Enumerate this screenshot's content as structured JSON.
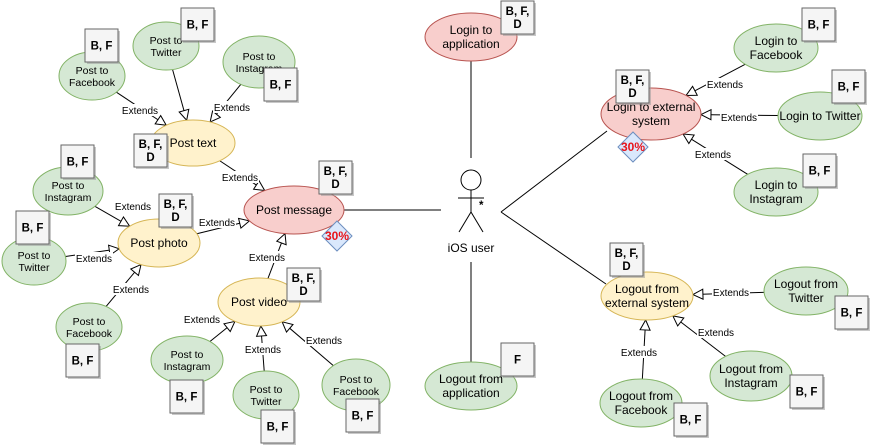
{
  "colors": {
    "green_fill": "#d5e8d4",
    "green_stroke": "#82b366",
    "yellow_fill": "#fff2cc",
    "yellow_stroke": "#d6b656",
    "red_fill": "#f8cecc",
    "red_stroke": "#b85450",
    "tag_fill": "#f5f5f5",
    "tag_stroke": "#666666",
    "badge_fill": "#dae8fc",
    "badge_stroke": "#6c8ebf",
    "badge_text": "#e8141b"
  },
  "actor": {
    "label": "iOS user",
    "multiplicity": "*"
  },
  "extend_label": "Extends",
  "use_cases": [
    {
      "id": "post_message",
      "lines": [
        "Post message"
      ],
      "style": "red"
    },
    {
      "id": "post_text",
      "lines": [
        "Post text"
      ],
      "style": "yellow"
    },
    {
      "id": "post_photo",
      "lines": [
        "Post photo"
      ],
      "style": "yellow"
    },
    {
      "id": "post_video",
      "lines": [
        "Post video"
      ],
      "style": "yellow"
    },
    {
      "id": "pt_facebook",
      "lines": [
        "Post to",
        "Facebook"
      ],
      "style": "green"
    },
    {
      "id": "pt_twitter",
      "lines": [
        "Post to",
        "Twitter"
      ],
      "style": "green"
    },
    {
      "id": "pt_instagram",
      "lines": [
        "Post to",
        "Instagram"
      ],
      "style": "green"
    },
    {
      "id": "pp_instagram",
      "lines": [
        "Post to",
        "Instagram"
      ],
      "style": "green"
    },
    {
      "id": "pp_twitter",
      "lines": [
        "Post to",
        "Twitter"
      ],
      "style": "green"
    },
    {
      "id": "pp_facebook",
      "lines": [
        "Post to",
        "Facebook"
      ],
      "style": "green"
    },
    {
      "id": "pv_instagram",
      "lines": [
        "Post to",
        "Instagram"
      ],
      "style": "green"
    },
    {
      "id": "pv_twitter",
      "lines": [
        "Post to",
        "Twitter"
      ],
      "style": "green"
    },
    {
      "id": "pv_facebook",
      "lines": [
        "Post to",
        "Facebook"
      ],
      "style": "green"
    },
    {
      "id": "login_app",
      "lines": [
        "Login to",
        "application"
      ],
      "style": "red"
    },
    {
      "id": "logout_app",
      "lines": [
        "Logout from",
        "application"
      ],
      "style": "green"
    },
    {
      "id": "login_ext",
      "lines": [
        "Login to external",
        "system"
      ],
      "style": "red"
    },
    {
      "id": "login_fb",
      "lines": [
        "Login to",
        "Facebook"
      ],
      "style": "green"
    },
    {
      "id": "login_tw",
      "lines": [
        "Login to Twitter"
      ],
      "style": "green"
    },
    {
      "id": "login_ig",
      "lines": [
        "Login to",
        "Instagram"
      ],
      "style": "green"
    },
    {
      "id": "logout_ext",
      "lines": [
        "Logout from",
        "external system"
      ],
      "style": "yellow"
    },
    {
      "id": "logout_tw",
      "lines": [
        "Logout from",
        "Twitter"
      ],
      "style": "green"
    },
    {
      "id": "logout_ig",
      "lines": [
        "Logout from",
        "Instagram"
      ],
      "style": "green"
    },
    {
      "id": "logout_fb",
      "lines": [
        "Logout from",
        "Facebook"
      ],
      "style": "green"
    }
  ],
  "tags": [
    {
      "id": "t_pt_facebook",
      "lines": [
        "B, F"
      ]
    },
    {
      "id": "t_pt_twitter",
      "lines": [
        "B, F"
      ]
    },
    {
      "id": "t_pt_instagram",
      "lines": [
        "B, F"
      ]
    },
    {
      "id": "t_post_text",
      "lines": [
        "B, F,",
        "D"
      ]
    },
    {
      "id": "t_pp_instagram",
      "lines": [
        "B, F"
      ]
    },
    {
      "id": "t_post_photo",
      "lines": [
        "B, F,",
        "D"
      ]
    },
    {
      "id": "t_pp_twitter",
      "lines": [
        "B, F"
      ]
    },
    {
      "id": "t_pp_facebook",
      "lines": [
        "B, F"
      ]
    },
    {
      "id": "t_post_message",
      "lines": [
        "B, F,",
        "D"
      ]
    },
    {
      "id": "t_post_video",
      "lines": [
        "B, F,",
        "D"
      ]
    },
    {
      "id": "t_pv_instagram",
      "lines": [
        "B, F"
      ]
    },
    {
      "id": "t_pv_twitter",
      "lines": [
        "B, F"
      ]
    },
    {
      "id": "t_pv_facebook",
      "lines": [
        "B, F"
      ]
    },
    {
      "id": "t_login_app",
      "lines": [
        "B, F,",
        "D"
      ]
    },
    {
      "id": "t_logout_app",
      "lines": [
        "F"
      ]
    },
    {
      "id": "t_login_ext",
      "lines": [
        "B, F,",
        "D"
      ]
    },
    {
      "id": "t_login_fb",
      "lines": [
        "B, F"
      ]
    },
    {
      "id": "t_login_tw",
      "lines": [
        "B, F"
      ]
    },
    {
      "id": "t_login_ig",
      "lines": [
        "B, F"
      ]
    },
    {
      "id": "t_logout_ext",
      "lines": [
        "B, F,",
        "D"
      ]
    },
    {
      "id": "t_logout_tw",
      "lines": [
        "B, F"
      ]
    },
    {
      "id": "t_logout_ig",
      "lines": [
        "B, F"
      ]
    },
    {
      "id": "t_logout_fb",
      "lines": [
        "B, F"
      ]
    }
  ],
  "badges": [
    {
      "id": "b_post_message",
      "text": "30%"
    },
    {
      "id": "b_login_ext",
      "text": "30%"
    }
  ]
}
